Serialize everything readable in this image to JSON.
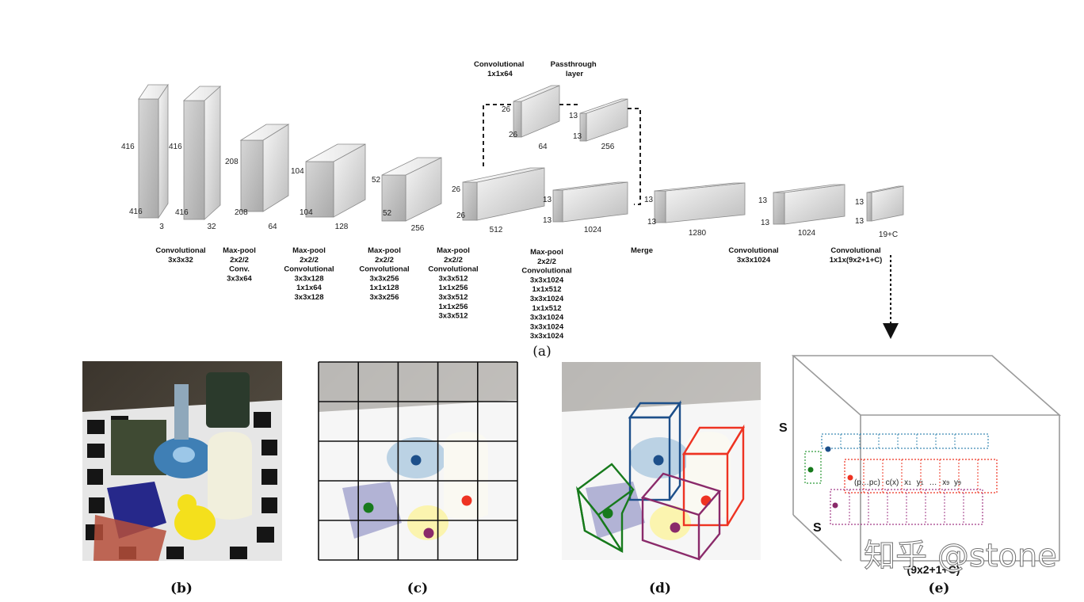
{
  "network": {
    "blocks": [
      {
        "h": "416",
        "w": "416",
        "d": "3"
      },
      {
        "h": "416",
        "w": "416",
        "d": "32"
      },
      {
        "h": "208",
        "w": "208",
        "d": "64"
      },
      {
        "h": "104",
        "w": "104",
        "d": "128"
      },
      {
        "h": "52",
        "w": "52",
        "d": "256"
      },
      {
        "h": "26",
        "w": "26",
        "d": "512"
      },
      {
        "h": "26",
        "w": "26",
        "d": "64"
      },
      {
        "h": "13",
        "w": "13",
        "d": "256"
      },
      {
        "h": "13",
        "w": "13",
        "d": "1024"
      },
      {
        "h": "13",
        "w": "13",
        "d": "1280"
      },
      {
        "h": "13",
        "w": "13",
        "d": "1024"
      },
      {
        "h": "13",
        "w": "13",
        "d": "19+C"
      }
    ],
    "top_captions": [
      [
        "Convolutional",
        "1x1x64"
      ],
      [
        "Passthrough",
        "layer"
      ]
    ],
    "bottom_captions": [
      [
        "Convolutional",
        "3x3x32"
      ],
      [
        "Max-pool",
        "2x2/2",
        "Conv.",
        "3x3x64"
      ],
      [
        "Max-pool",
        "2x2/2",
        "Convolutional",
        "3x3x128",
        "1x1x64",
        "3x3x128"
      ],
      [
        "Max-pool",
        "2x2/2",
        "Convolutional",
        "3x3x256",
        "1x1x128",
        "3x3x256"
      ],
      [
        "Max-pool",
        "2x2/2",
        "Convolutional",
        "3x3x512",
        "1x1x256",
        "3x3x512",
        "1x1x256",
        "3x3x512"
      ],
      [
        "Max-pool",
        "2x2/2",
        "Convolutional",
        "3x3x1024",
        "1x1x512",
        "3x3x1024",
        "1x1x512",
        "3x3x1024",
        "3x3x1024",
        "3x3x1024"
      ],
      [
        "Merge"
      ],
      [
        "Convolutional",
        "3x3x1024"
      ],
      [
        "Convolutional",
        "1x1x(9x2+1+C)"
      ]
    ]
  },
  "subfigures": {
    "a": "(a)",
    "b": "(b)",
    "c": "(c)",
    "d": "(d)",
    "e": "(e)"
  },
  "tensor": {
    "s_left": "S",
    "s_bottom": "S",
    "depth": "(9x2+1+C)",
    "cell_labels": [
      "(p",
      "…",
      "p",
      "C",
      ")",
      "c(x)",
      "x",
      "1",
      "y",
      "1",
      "…",
      "x",
      "9",
      "y",
      "9"
    ]
  },
  "watermark": "知乎 @stone",
  "colors": {
    "blue": "#1d4f8a",
    "green": "#177a1c",
    "red": "#ee3322",
    "purple": "#8a2a6a"
  }
}
